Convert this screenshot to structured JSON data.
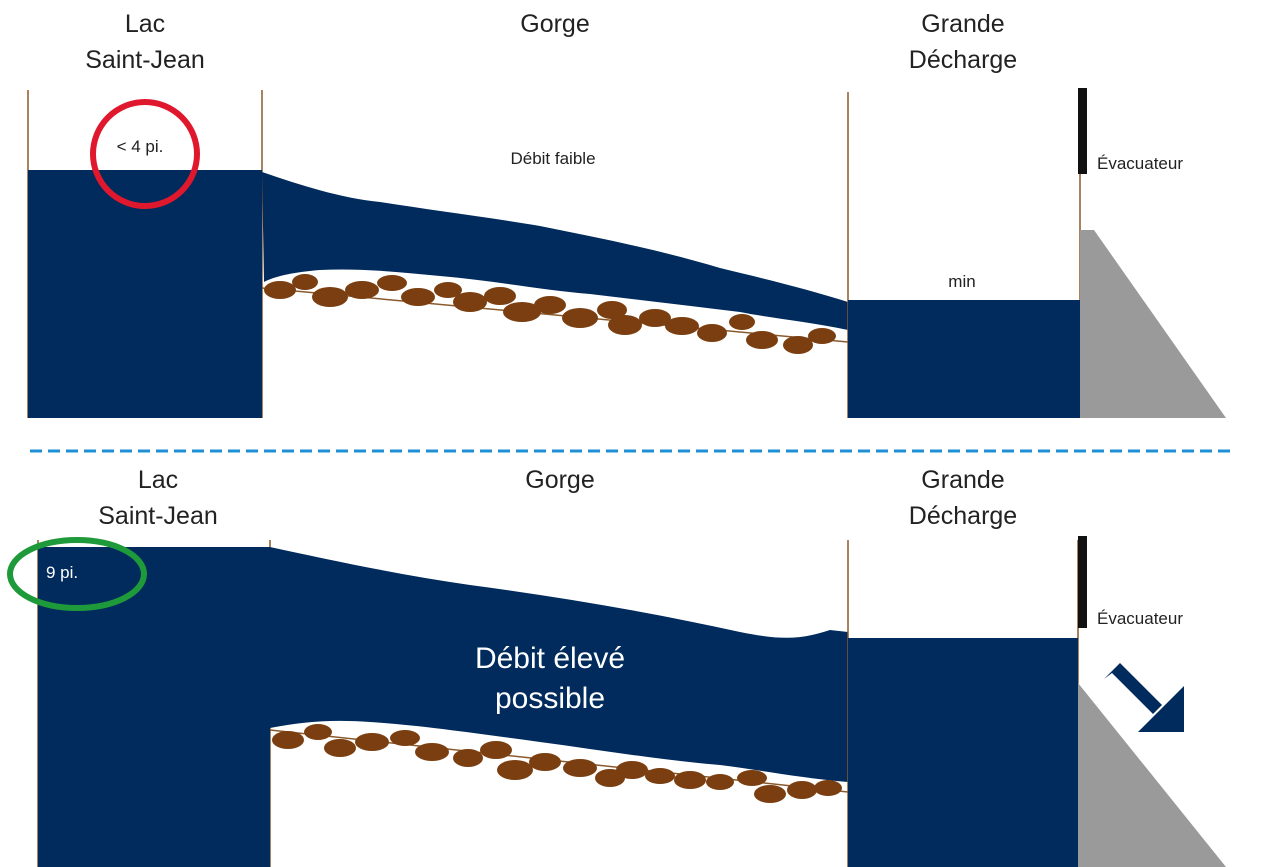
{
  "colors": {
    "water": "#002b5c",
    "rock": "#7a3e10",
    "dam": "#9a9a9a",
    "gate": "#111111",
    "divider": "#1f8fd6",
    "red_circle": "#e0182d",
    "green_circle": "#1e9a3a"
  },
  "top": {
    "lake_label": [
      "Lac",
      "Saint-Jean"
    ],
    "gorge_label": "Gorge",
    "decharge_label": [
      "Grande",
      "Décharge"
    ],
    "level_note": "< 4 pi.",
    "flow_label": "Débit faible",
    "decharge_level": "min",
    "spillway_label": "Évacuateur"
  },
  "bottom": {
    "lake_label": [
      "Lac",
      "Saint-Jean"
    ],
    "gorge_label": "Gorge",
    "decharge_label": [
      "Grande",
      "Décharge"
    ],
    "level_note": "9 pi.",
    "flow_label": [
      "Débit élevé",
      "possible"
    ],
    "spillway_label": "Évacuateur"
  }
}
